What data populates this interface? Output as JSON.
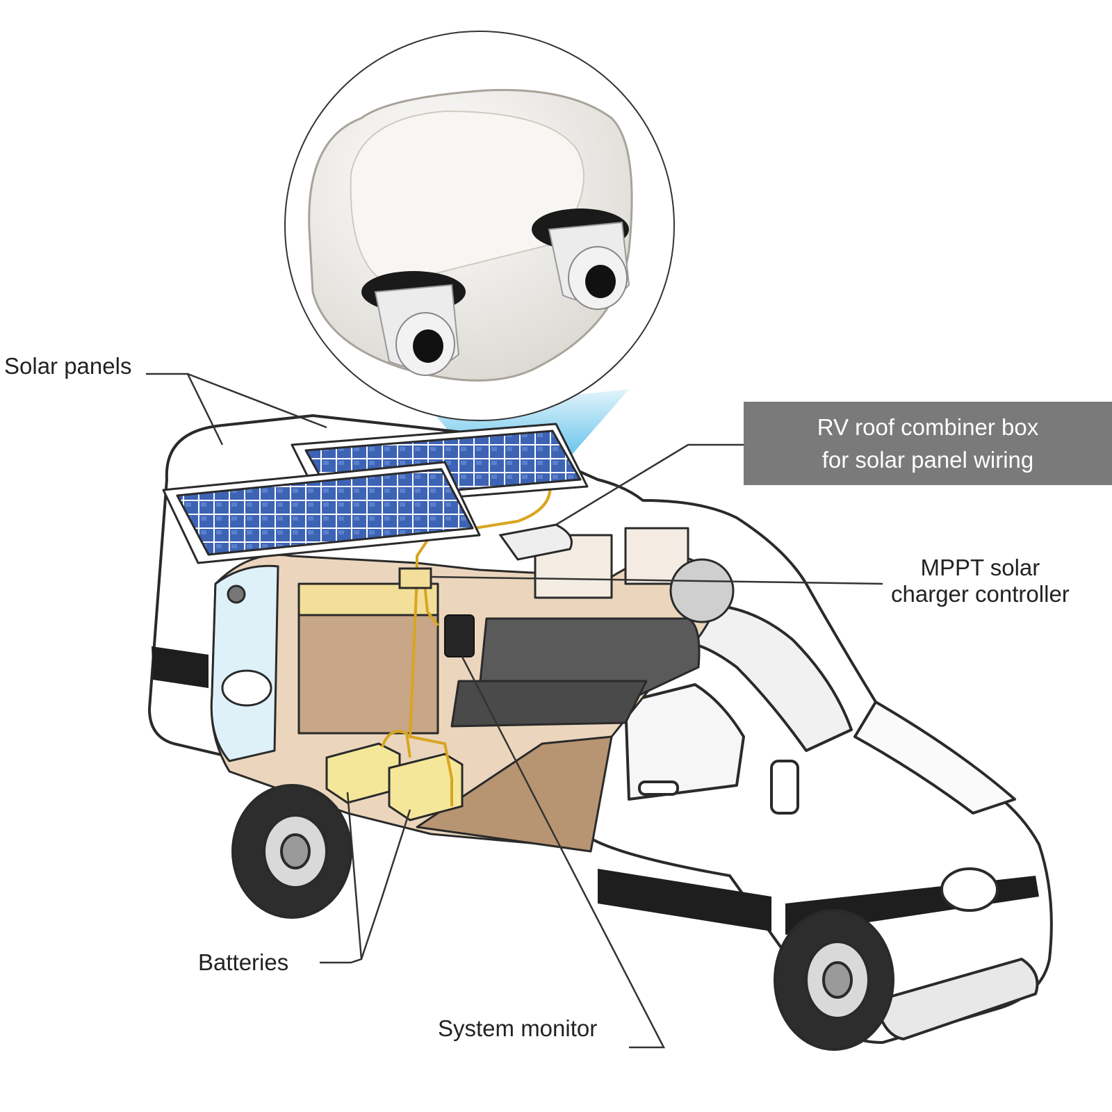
{
  "labels": {
    "solar_panels": "Solar panels",
    "batteries": "Batteries",
    "system_monitor": "System monitor",
    "mppt_line1": "MPPT solar",
    "mppt_line2": "charger controller",
    "combiner_line1": "RV roof combiner box",
    "combiner_line2": "for solar panel wiring"
  },
  "colors": {
    "van_body": "#ffffff",
    "van_outline": "#2a2a2a",
    "stripe": "#1e1e1e",
    "solar_cell": "#3d63b5",
    "battery": "#f5e79a",
    "wiring": "#d9a520",
    "interior_floor": "#b89572",
    "interior_wall": "#e3c9ab",
    "seat": "#555555",
    "zoom_beam": "#3fb4e6",
    "callout_box": "#7a7a7a",
    "callout_text": "#ffffff"
  },
  "icons": {
    "zoom_product": "cable-entry-gland-box-icon",
    "solar": "solar-panel-icon",
    "battery": "battery-icon",
    "controller": "charge-controller-icon",
    "monitor": "system-monitor-icon"
  }
}
